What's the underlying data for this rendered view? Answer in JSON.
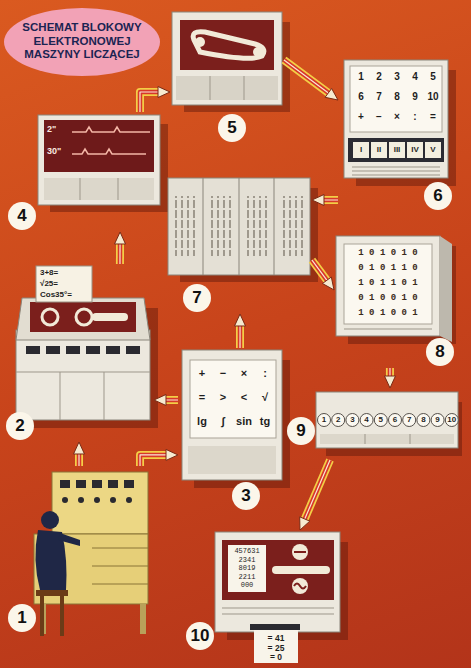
{
  "diagram": {
    "title": "SCHEMAT BLOKOWY ELEKTRONOWEJ MASZYNY LICZĄCEJ",
    "nodes": [
      {
        "text": [
          "1"
        ]
      },
      {
        "text": [
          "2"
        ]
      },
      {
        "text": [
          "3"
        ]
      },
      {
        "text": [
          "4"
        ]
      },
      {
        "text": [
          "5"
        ]
      },
      {
        "text": [
          "6"
        ]
      },
      {
        "text": [
          "7"
        ]
      },
      {
        "text": [
          "8"
        ]
      },
      {
        "text": [
          "9"
        ]
      },
      {
        "text": [
          "10"
        ]
      }
    ],
    "edges": [
      {
        "from": 0,
        "to": 1,
        "arrow": "to"
      },
      {
        "from": 0,
        "to": 2,
        "arrow": "to"
      },
      {
        "from": 2,
        "to": 1,
        "arrow": "to"
      },
      {
        "from": 1,
        "to": 3,
        "arrow": "to"
      },
      {
        "from": 3,
        "to": 4,
        "arrow": "to"
      },
      {
        "from": 4,
        "to": 5,
        "arrow": "to"
      },
      {
        "from": 5,
        "to": 6,
        "arrow": "to"
      },
      {
        "from": 6,
        "to": 7,
        "arrow": "to"
      },
      {
        "from": 7,
        "to": 8,
        "arrow": "to"
      },
      {
        "from": 8,
        "to": 9,
        "arrow": "to"
      },
      {
        "from": 2,
        "to": 6,
        "arrow": "to"
      }
    ],
    "labels": [
      "3+8=",
      "√25=",
      "Cos35°=",
      "+",
      "−",
      "×",
      ":",
      "=",
      ">",
      "<",
      "√",
      "lg",
      "∫",
      "sin",
      "tg",
      "1",
      "2",
      "3",
      "4",
      "5",
      "6",
      "7",
      "8",
      "9",
      "10",
      "+",
      "−",
      "×",
      ":",
      "=",
      "I",
      "II",
      "III",
      "IV",
      "V",
      "1",
      "2",
      "3",
      "4",
      "5",
      "6",
      "7",
      "8",
      "9",
      "10",
      "2\"",
      "30\"",
      "1 0 1 0 1 0",
      "0 1 0 1 1 0",
      "1 0 1 1 0 1",
      "0 1 0 0 1 0",
      "1 0 1 0 0 1",
      "457631",
      "2341",
      "8019",
      "2211",
      "000",
      "= 41",
      "= 25",
      "= 0"
    ]
  }
}
